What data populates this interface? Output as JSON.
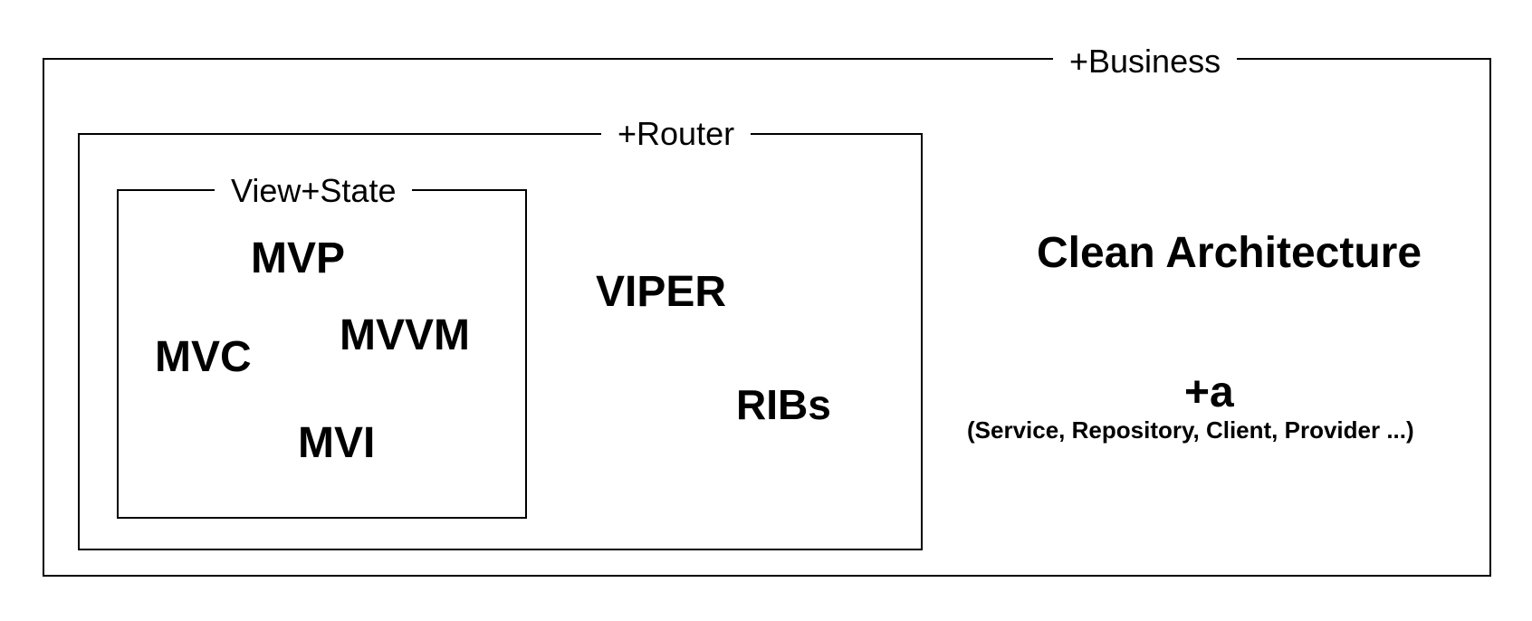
{
  "layers": {
    "business": {
      "label": "+Business"
    },
    "router": {
      "label": "+Router"
    },
    "view_state": {
      "label": "View+State"
    }
  },
  "patterns": {
    "mvp": "MVP",
    "mvc": "MVC",
    "mvvm": "MVVM",
    "mvi": "MVI",
    "viper": "VIPER",
    "ribs": "RIBs",
    "clean_architecture": "Clean Architecture",
    "plus_a": "+a",
    "plus_a_detail": "(Service, Repository, Client, Provider ...)"
  }
}
